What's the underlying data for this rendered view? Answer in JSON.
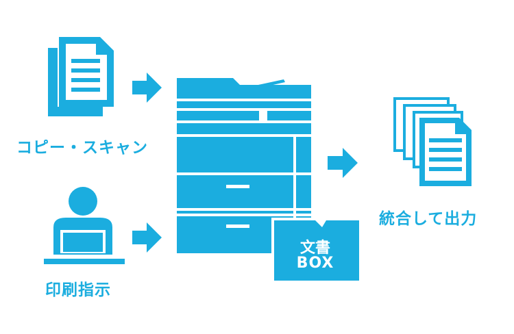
{
  "colors": {
    "accent": "#1baddf",
    "background": "#ffffff"
  },
  "icons": {
    "copy_scan": "document-icon",
    "print": "user-at-computer-icon",
    "device": "multifunction-printer-icon",
    "box": "folder-icon",
    "output": "document-stack-icon",
    "arrows": "arrow-right-icon"
  },
  "labels": {
    "copy_scan": "コピー・スキャン",
    "print_instruction": "印刷指示",
    "integrated_output": "統合して出力"
  },
  "folder": {
    "line1": "文書",
    "line2": "BOX"
  }
}
